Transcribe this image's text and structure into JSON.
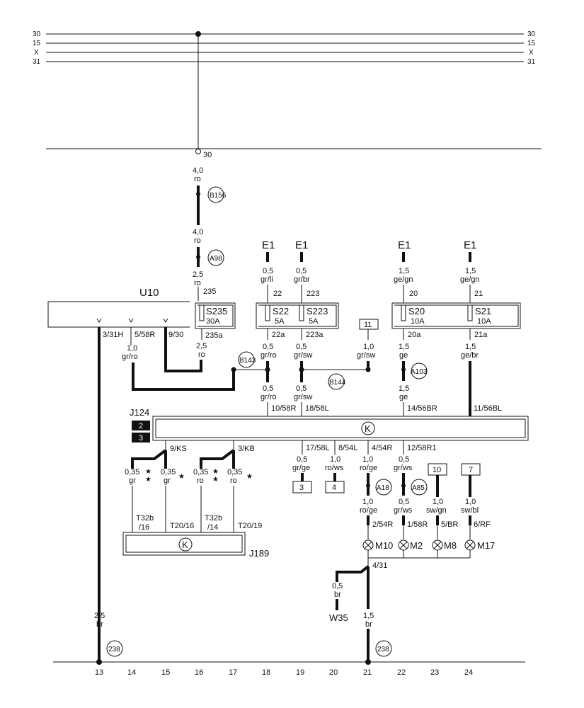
{
  "busbars": {
    "t30": "30",
    "t15": "15",
    "tx": "X",
    "t31": "31"
  },
  "top_terminal": "30",
  "b156": {
    "size": "4,0",
    "color": "ro",
    "conn": "B156"
  },
  "a98": {
    "size_top": "4,0",
    "color_top": "ro",
    "conn": "A98",
    "size_bot": "2,5",
    "color_bot": "ro"
  },
  "u10": {
    "label": "U10",
    "pins": [
      "3/31H",
      "5/58R",
      "9/30"
    ]
  },
  "w_u10_5": {
    "size": "1,0",
    "color": "gr/ro"
  },
  "s235": {
    "in": "235",
    "name": "S235",
    "rating": "30A",
    "out": "235a",
    "size": "2,5",
    "color": "ro"
  },
  "b143": "B143",
  "b144": "B144",
  "e1_labels": [
    "E1",
    "E1",
    "E1",
    "E1"
  ],
  "s22": {
    "in_size": "0,5",
    "in_color": "gr/li",
    "in": "22",
    "name": "S22",
    "rating": "5A",
    "out": "22a",
    "out_size": "0,5",
    "out_color": "gr/ro",
    "size2": "0,5",
    "color2": "gr/ro",
    "pin": "10/58R"
  },
  "s223": {
    "in_size": "0,5",
    "in_color": "gr/br",
    "in": "223",
    "name": "S223",
    "rating": "5A",
    "out": "223a",
    "out_size": "0,5",
    "out_color": "gr/sw",
    "size2": "0,5",
    "color2": "gr/sw",
    "pin": "18/58L"
  },
  "box11": {
    "num": "11",
    "size": "1,0",
    "color": "gr/sw"
  },
  "s20": {
    "in_size": "1,5",
    "in_color": "ge/gn",
    "in": "20",
    "name": "S20",
    "rating": "10A",
    "out": "20a",
    "out_size": "1,5",
    "out_color": "ge",
    "conn": "A103",
    "size2": "1,5",
    "color2": "ge",
    "pin": "14/56BR"
  },
  "s21": {
    "in_size": "1,5",
    "in_color": "ge/gn",
    "in": "21",
    "name": "S21",
    "rating": "10A",
    "out": "21a",
    "out_size": "1,5",
    "out_color": "ge/br",
    "pin": "11/56BL"
  },
  "j124": {
    "label": "J124",
    "tags": [
      "2",
      "3"
    ],
    "symbol": "K"
  },
  "j124_pins": [
    "9/KS",
    "3/KB",
    "17/58L",
    "8/54L",
    "4/54R",
    "12/58R1"
  ],
  "left_wires": [
    {
      "size": "0,35",
      "color": "gr"
    },
    {
      "size": "0,35",
      "color": "gr"
    },
    {
      "size": "0,35",
      "color": "ro"
    },
    {
      "size": "0,35",
      "color": "ro"
    }
  ],
  "j189": {
    "label": "J189",
    "symbol": "K",
    "pins": [
      "T32b\n/16",
      "T20/16",
      "T32b\n/14",
      "T20/19"
    ]
  },
  "w17": {
    "size": "0,5",
    "color": "gr/ge",
    "box": "3"
  },
  "w8": {
    "size": "1,0",
    "color": "ro/ws",
    "box": "4"
  },
  "w4": {
    "size": "1,0",
    "color": "ro/ge",
    "conn": "A18",
    "size2": "1,0",
    "color2": "ro/ge",
    "pin": "2/54R"
  },
  "w12": {
    "size": "0,5",
    "color": "gr/ws",
    "conn": "A85",
    "size2": "0,5",
    "color2": "gr/ws",
    "pin": "1/58R"
  },
  "box10": {
    "num": "10",
    "size": "1,0",
    "color": "sw/gn",
    "pin": "5/BR"
  },
  "box7": {
    "num": "7",
    "size": "1,0",
    "color": "sw/bl",
    "pin": "6/RF"
  },
  "lamps": [
    "M10",
    "M2",
    "M8",
    "M17"
  ],
  "ground": {
    "pin": "4/31",
    "w35_size": "0,5",
    "w35_color": "br",
    "w35": "W35",
    "size": "1,5",
    "color": "br",
    "conn": "238"
  },
  "left_ground": {
    "size": "2,5",
    "color": "br",
    "conn": "238"
  },
  "ref_numbers": [
    "13",
    "14",
    "15",
    "16",
    "17",
    "18",
    "19",
    "20",
    "21",
    "22",
    "23",
    "24"
  ]
}
